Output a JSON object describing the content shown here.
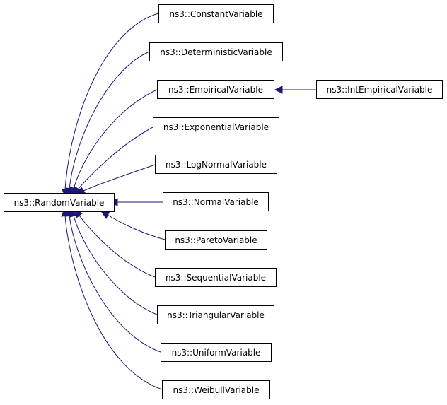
{
  "diagram": {
    "base": {
      "label": "ns3::RandomVariable"
    },
    "derived": [
      {
        "label": "ns3::ConstantVariable"
      },
      {
        "label": "ns3::DeterministicVariable"
      },
      {
        "label": "ns3::EmpiricalVariable"
      },
      {
        "label": "ns3::ExponentialVariable"
      },
      {
        "label": "ns3::LogNormalVariable"
      },
      {
        "label": "ns3::NormalVariable"
      },
      {
        "label": "ns3::ParetoVariable"
      },
      {
        "label": "ns3::SequentialVariable"
      },
      {
        "label": "ns3::TriangularVariable"
      },
      {
        "label": "ns3::UniformVariable"
      },
      {
        "label": "ns3::WeibullVariable"
      }
    ],
    "sub_derived": {
      "label": "ns3::IntEmpiricalVariable",
      "parent": "ns3::EmpiricalVariable"
    },
    "edge_color": "#191970"
  }
}
